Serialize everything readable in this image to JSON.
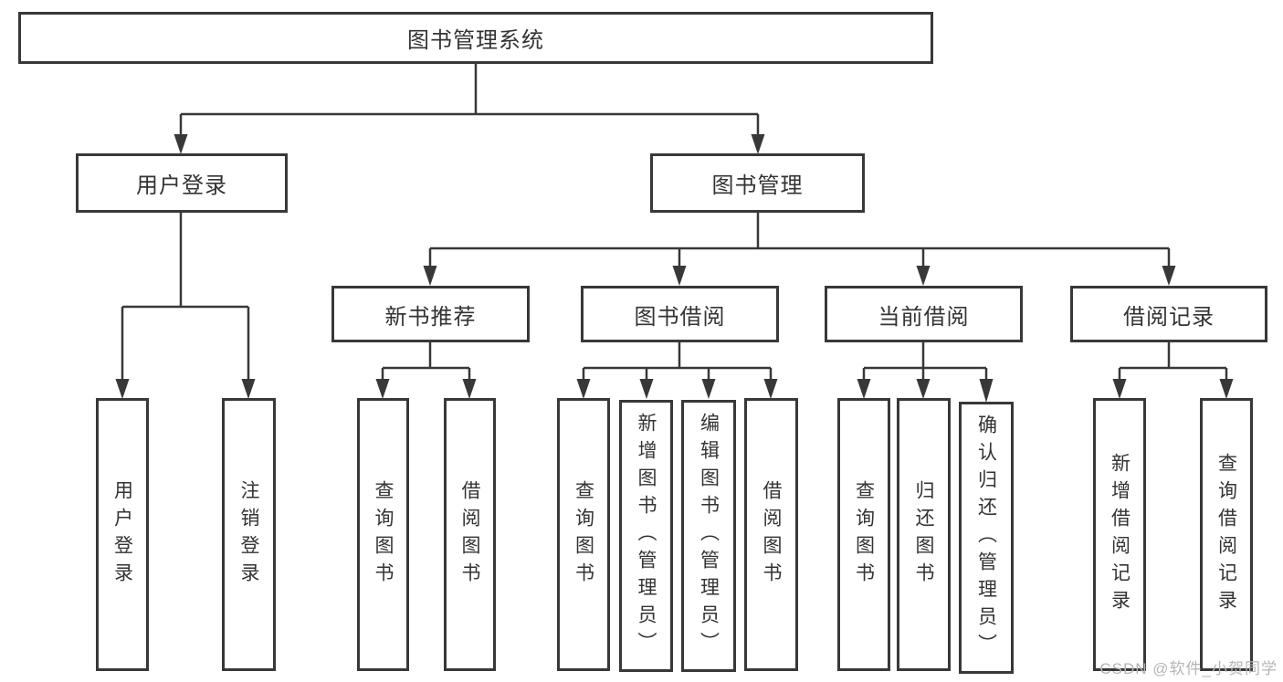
{
  "diagram": {
    "title": "图书管理系统",
    "watermark": "CSDN @软件_小贺同学",
    "colors": {
      "line": "#383838",
      "border": "#383838",
      "text": "#333333",
      "background": "#ffffff",
      "watermark": "#b5b5b5"
    }
  },
  "tree": {
    "label": "图书管理系统",
    "children": [
      {
        "label": "用户登录",
        "children": [
          {
            "label": "用户登录"
          },
          {
            "label": "注销登录"
          }
        ]
      },
      {
        "label": "图书管理",
        "children": [
          {
            "label": "新书推荐",
            "children": [
              {
                "label": "查询图书"
              },
              {
                "label": "借阅图书"
              }
            ]
          },
          {
            "label": "图书借阅",
            "children": [
              {
                "label": "查询图书"
              },
              {
                "label": "新增图书（管理员）"
              },
              {
                "label": "编辑图书（管理员）"
              },
              {
                "label": "借阅图书"
              }
            ]
          },
          {
            "label": "当前借阅",
            "children": [
              {
                "label": "查询图书"
              },
              {
                "label": "归还图书"
              },
              {
                "label": "确认归还（管理员）"
              }
            ]
          },
          {
            "label": "借阅记录",
            "children": [
              {
                "label": "新增借阅记录"
              },
              {
                "label": "查询借阅记录"
              }
            ]
          }
        ]
      }
    ]
  }
}
